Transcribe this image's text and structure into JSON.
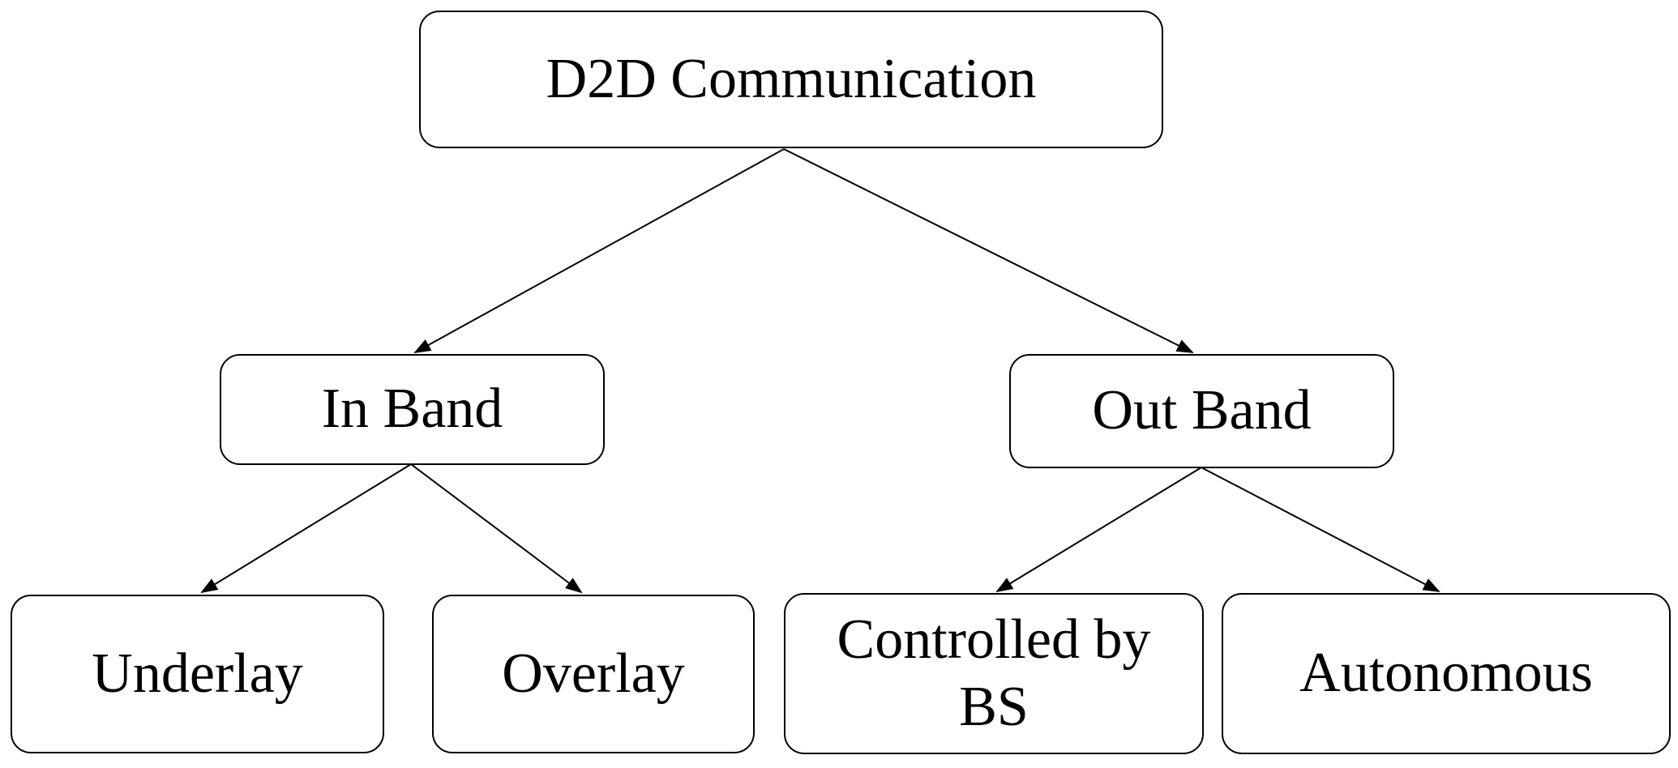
{
  "diagram": {
    "type": "tree",
    "nodes": {
      "root": {
        "label": "D2D Communication"
      },
      "in_band": {
        "label": "In Band"
      },
      "out_band": {
        "label": "Out Band"
      },
      "underlay": {
        "label": "Underlay"
      },
      "overlay": {
        "label": "Overlay"
      },
      "controlled_by_bs": {
        "label": "Controlled by BS"
      },
      "autonomous": {
        "label": "Autonomous"
      }
    },
    "edges": [
      {
        "from": "D2D Communication",
        "to": "In Band"
      },
      {
        "from": "D2D Communication",
        "to": "Out Band"
      },
      {
        "from": "In Band",
        "to": "Underlay"
      },
      {
        "from": "In Band",
        "to": "Overlay"
      },
      {
        "from": "Out Band",
        "to": "Controlled by BS"
      },
      {
        "from": "Out Band",
        "to": "Autonomous"
      }
    ],
    "colors": {
      "background": "#ffffff",
      "node_fill": "#ffffff",
      "node_border": "#000000",
      "text": "#000000",
      "edge": "#000000"
    }
  }
}
